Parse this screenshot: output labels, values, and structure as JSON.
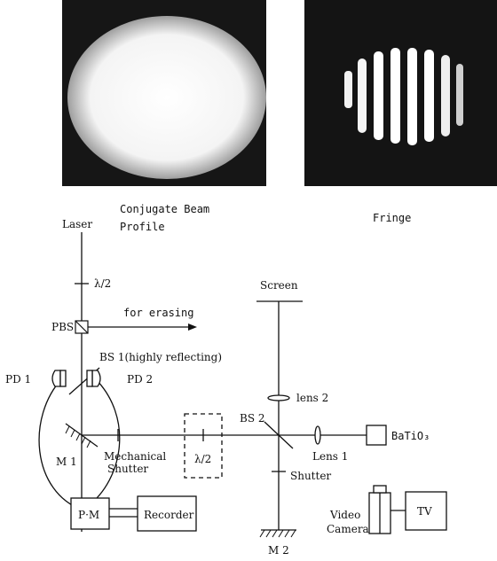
{
  "photos": {
    "left_caption_line1": "Conjugate Beam",
    "left_caption_line2": "Profile",
    "right_caption": "Fringe"
  },
  "labels": {
    "laser": "Laser",
    "half_wave_top": "λ/2",
    "pbs": "PBS",
    "for_erasing": "for erasing",
    "screen": "Screen",
    "bs1": "BS 1(highly reflecting)",
    "pd1": "PD 1",
    "pd2": "PD 2",
    "lens2": "lens 2",
    "bs2": "BS 2",
    "batio3": "BaTiO₃",
    "m1": "M 1",
    "mechanical_shutter_line1": "Mechanical",
    "mechanical_shutter_line2": "Shutter",
    "half_wave_dashed": "λ/2",
    "lens1": "Lens 1",
    "shutter": "Shutter",
    "pm": "P·M",
    "recorder": "Recorder",
    "video_camera_line1": "Video",
    "video_camera_line2": "Camera",
    "tv": "TV",
    "m2": "M 2"
  }
}
